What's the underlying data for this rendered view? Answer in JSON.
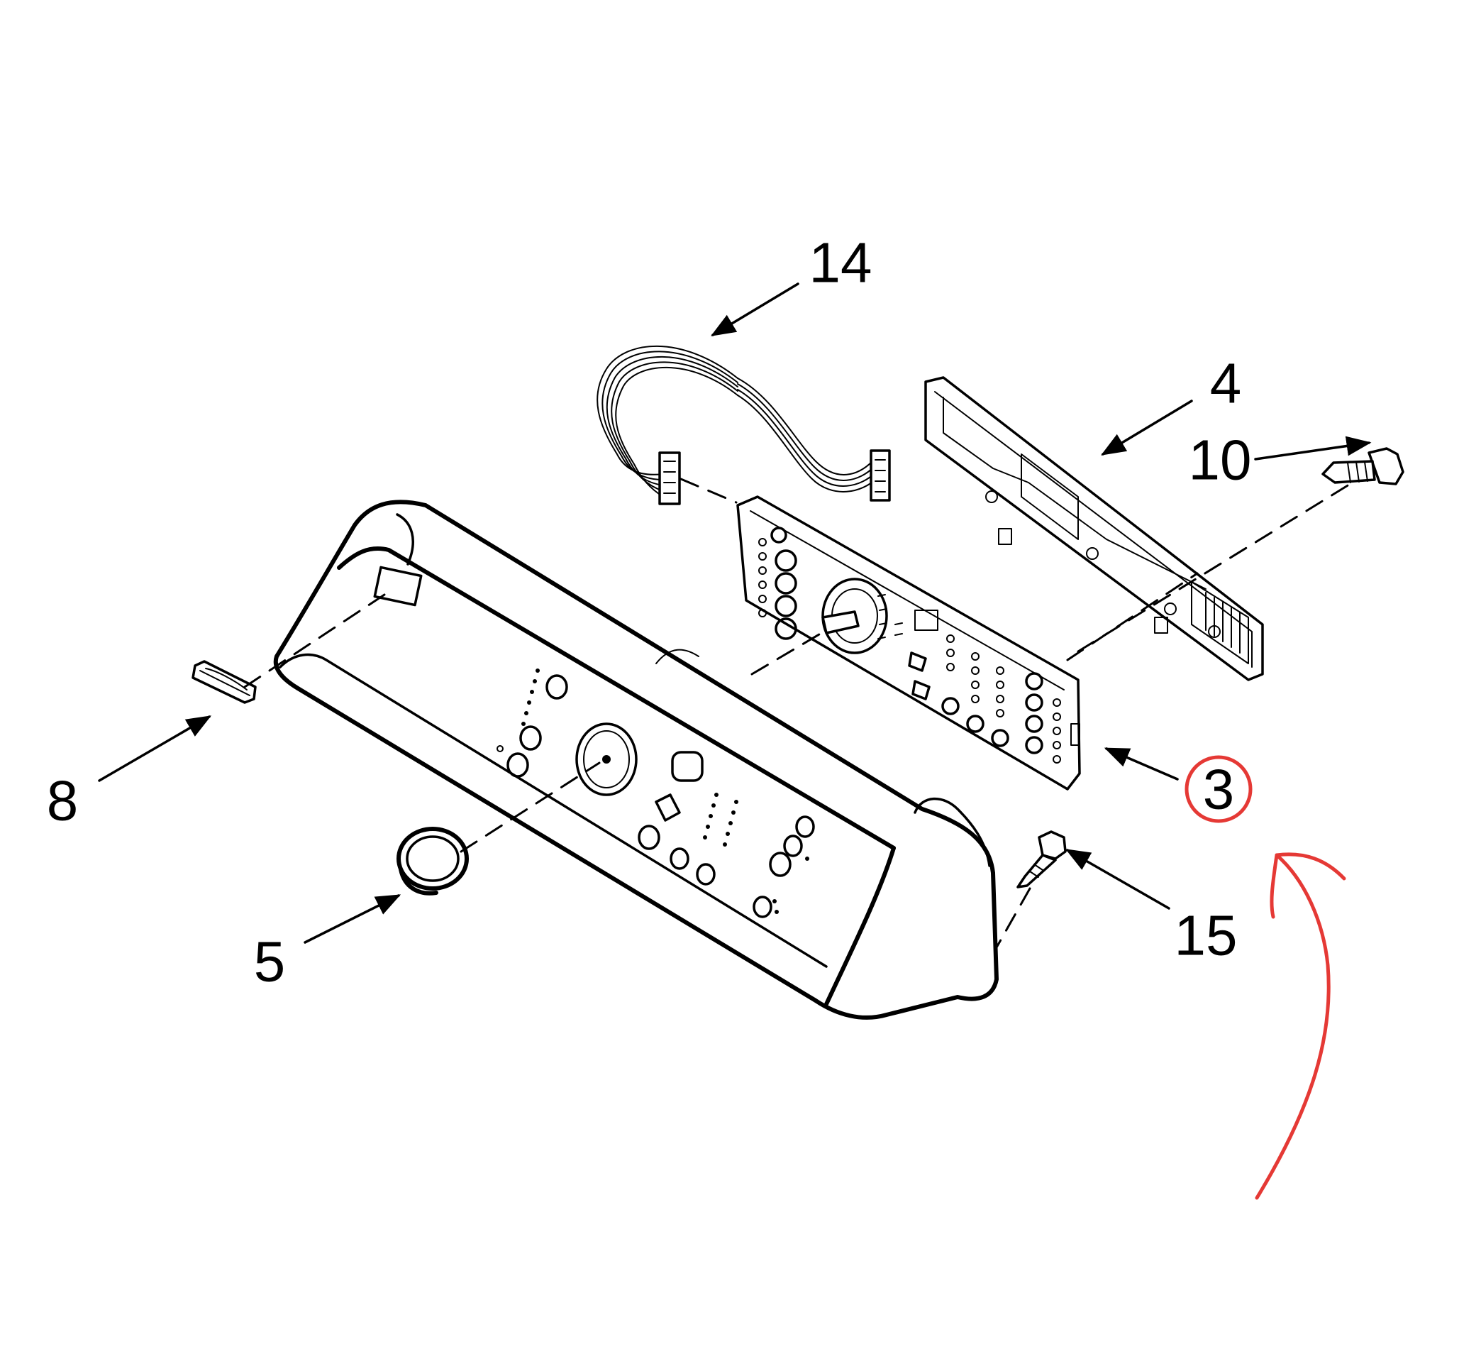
{
  "callouts": [
    {
      "id": "14",
      "label": "14"
    },
    {
      "id": "4",
      "label": "4"
    },
    {
      "id": "10",
      "label": "10"
    },
    {
      "id": "8",
      "label": "8"
    },
    {
      "id": "3",
      "label": "3",
      "highlighted": true
    },
    {
      "id": "5",
      "label": "5"
    },
    {
      "id": "15",
      "label": "15"
    }
  ],
  "colors": {
    "line": "#000000",
    "highlight": "#e53935",
    "background": "#ffffff"
  }
}
